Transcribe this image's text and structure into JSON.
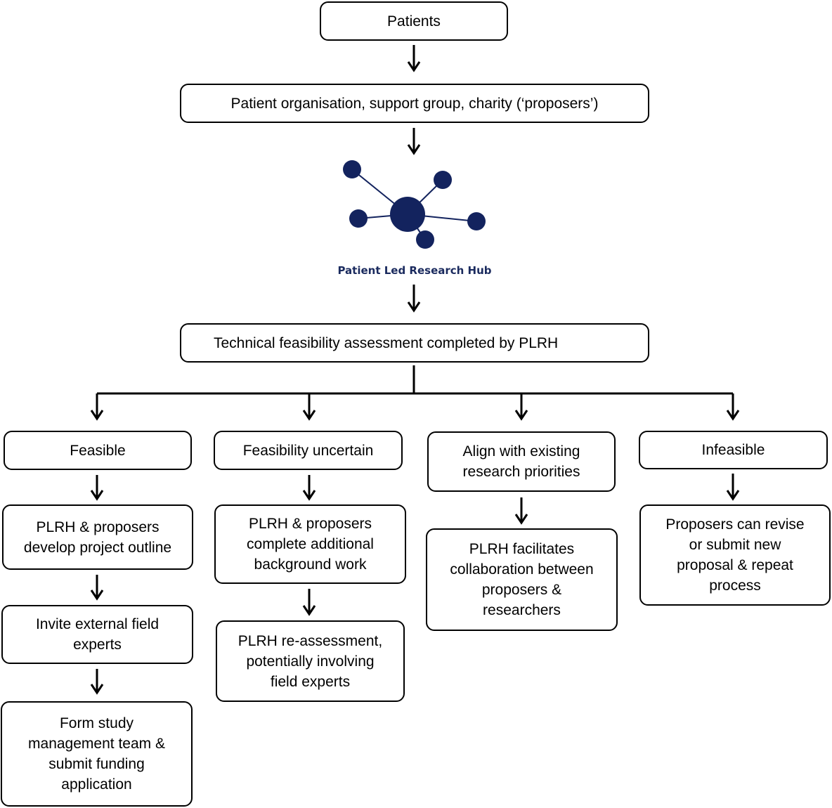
{
  "colors": {
    "logo": "#13235e",
    "line": "#000000"
  },
  "nodes": {
    "patients": "Patients",
    "proposers": "Patient organisation, support group, charity (‘proposers’)",
    "hub_name": "Patient Led Research Hub",
    "assessment": "Technical feasibility assessment completed by PLRH",
    "feasible": "Feasible",
    "uncertain": "Feasibility uncertain",
    "align": "Align with existing research priorities",
    "infeasible": "Infeasible",
    "develop_outline": "PLRH & proposers develop project outline",
    "invite_experts": "Invite external field experts",
    "form_team": "Form study management team & submit funding application",
    "background_work": "PLRH & proposers complete additional background work",
    "reassessment": "PLRH re-assessment, potentially involving field experts",
    "facilitates": "PLRH facilitates collaboration between proposers & researchers",
    "revise": "Proposers can revise or submit new proposal & repeat process"
  }
}
